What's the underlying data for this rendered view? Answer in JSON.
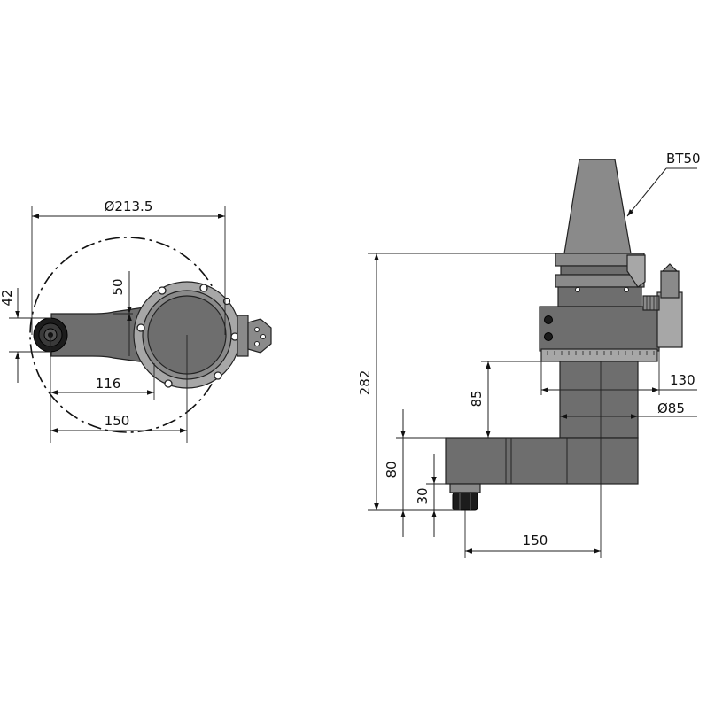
{
  "colors": {
    "line": "#222222",
    "part_dark": "#6e6e6e",
    "part_mid": "#8a8a8a",
    "part_light": "#a7a7a7",
    "background": "#ffffff"
  },
  "top_view": {
    "dim_diameter": "Ø213.5",
    "dim_50": "50",
    "dim_42": "42",
    "dim_116": "116",
    "dim_150": "150"
  },
  "side_view": {
    "callout": "BT50",
    "dim_282": "282",
    "dim_85": "85",
    "dim_130": "130",
    "dim_diameter_85": "Ø85",
    "dim_80": "80",
    "dim_30": "30",
    "dim_150": "150"
  }
}
